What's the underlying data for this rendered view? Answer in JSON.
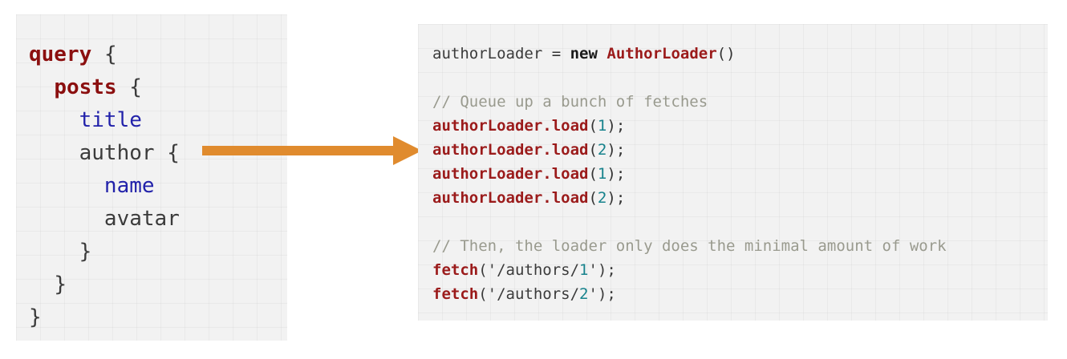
{
  "figure": {
    "type": "code-comparison-diagram",
    "background_color": "#ffffff"
  },
  "left_panel": {
    "name": "graphql-query-panel",
    "language": "graphql",
    "background_color": "#f2f2f2",
    "lines": [
      {
        "indent": 0,
        "tokens": [
          {
            "text": "query",
            "kind": "keyword"
          },
          {
            "text": " ",
            "kind": "plain"
          },
          {
            "text": "{",
            "kind": "brace"
          }
        ]
      },
      {
        "indent": 1,
        "tokens": [
          {
            "text": "posts",
            "kind": "keyword"
          },
          {
            "text": " ",
            "kind": "plain"
          },
          {
            "text": "{",
            "kind": "brace"
          }
        ]
      },
      {
        "indent": 2,
        "tokens": [
          {
            "text": "title",
            "kind": "field"
          }
        ]
      },
      {
        "indent": 2,
        "tokens": [
          {
            "text": "author",
            "kind": "plain"
          },
          {
            "text": " ",
            "kind": "plain"
          },
          {
            "text": "{",
            "kind": "brace"
          }
        ]
      },
      {
        "indent": 3,
        "tokens": [
          {
            "text": "name",
            "kind": "field"
          }
        ]
      },
      {
        "indent": 3,
        "tokens": [
          {
            "text": "avatar",
            "kind": "plain"
          }
        ]
      },
      {
        "indent": 2,
        "tokens": [
          {
            "text": "}",
            "kind": "brace"
          }
        ]
      },
      {
        "indent": 1,
        "tokens": [
          {
            "text": "}",
            "kind": "brace"
          }
        ]
      },
      {
        "indent": 0,
        "tokens": [
          {
            "text": "}",
            "kind": "brace"
          }
        ]
      }
    ],
    "plain_text": "query {\n  posts {\n    title\n    author {\n      name\n      avatar\n    }\n  }\n}"
  },
  "arrow": {
    "name": "flow-arrow",
    "direction": "right",
    "color": "#e08b2e",
    "from": "left_panel.author_field",
    "to": "right_panel"
  },
  "right_panel": {
    "name": "javascript-code-panel",
    "language": "javascript",
    "background_color": "#f2f2f2",
    "lines": [
      {
        "tokens": [
          {
            "text": "authorLoader ",
            "kind": "ident"
          },
          {
            "text": "= ",
            "kind": "punct"
          },
          {
            "text": "new ",
            "kind": "builtin"
          },
          {
            "text": "AuthorLoader",
            "kind": "class"
          },
          {
            "text": "()",
            "kind": "punct"
          }
        ]
      },
      {
        "tokens": []
      },
      {
        "tokens": [
          {
            "text": "// Queue up a bunch of fetches",
            "kind": "comment"
          }
        ]
      },
      {
        "tokens": [
          {
            "text": "authorLoader.load",
            "kind": "func"
          },
          {
            "text": "(",
            "kind": "punct"
          },
          {
            "text": "1",
            "kind": "number"
          },
          {
            "text": ");",
            "kind": "punct"
          }
        ]
      },
      {
        "tokens": [
          {
            "text": "authorLoader.load",
            "kind": "func"
          },
          {
            "text": "(",
            "kind": "punct"
          },
          {
            "text": "2",
            "kind": "number"
          },
          {
            "text": ");",
            "kind": "punct"
          }
        ]
      },
      {
        "tokens": [
          {
            "text": "authorLoader.load",
            "kind": "func"
          },
          {
            "text": "(",
            "kind": "punct"
          },
          {
            "text": "1",
            "kind": "number"
          },
          {
            "text": ");",
            "kind": "punct"
          }
        ]
      },
      {
        "tokens": [
          {
            "text": "authorLoader.load",
            "kind": "func"
          },
          {
            "text": "(",
            "kind": "punct"
          },
          {
            "text": "2",
            "kind": "number"
          },
          {
            "text": ");",
            "kind": "punct"
          }
        ]
      },
      {
        "tokens": []
      },
      {
        "tokens": [
          {
            "text": "// Then, the loader only does the minimal amount of work",
            "kind": "comment"
          }
        ]
      },
      {
        "tokens": [
          {
            "text": "fetch",
            "kind": "func"
          },
          {
            "text": "('/authors/",
            "kind": "string"
          },
          {
            "text": "1",
            "kind": "number"
          },
          {
            "text": "');",
            "kind": "string"
          }
        ]
      },
      {
        "tokens": [
          {
            "text": "fetch",
            "kind": "func"
          },
          {
            "text": "('/authors/",
            "kind": "string"
          },
          {
            "text": "2",
            "kind": "number"
          },
          {
            "text": "');",
            "kind": "string"
          }
        ]
      }
    ],
    "plain_text": "authorLoader = new AuthorLoader()\n\n// Queue up a bunch of fetches\nauthorLoader.load(1);\nauthorLoader.load(2);\nauthorLoader.load(1);\nauthorLoader.load(2);\n\n// Then, the loader only does the minimal amount of work\nfetch('/authors/1');\nfetch('/authors/2');"
  }
}
